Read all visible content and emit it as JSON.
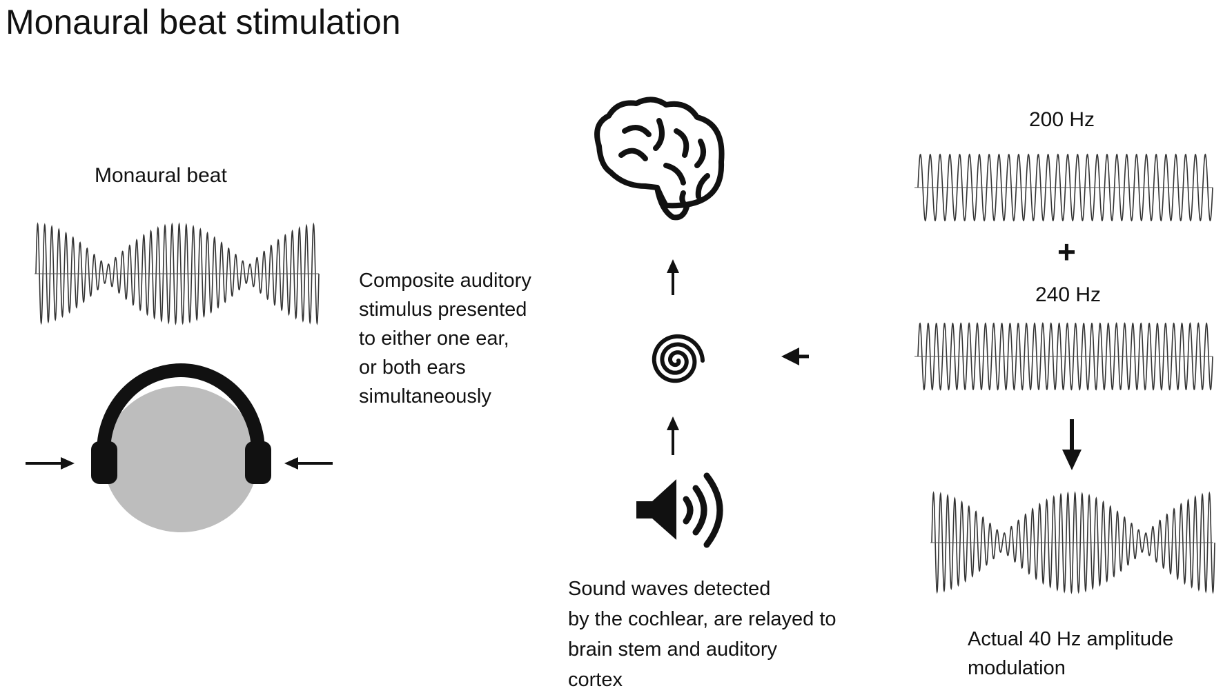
{
  "title": "Monaural beat stimulation",
  "left": {
    "wave_label": "Monaural beat",
    "description": [
      "Composite auditory",
      "stimulus presented",
      "to either one ear,",
      "or both ears",
      "simultaneously"
    ]
  },
  "middle": {
    "description": [
      "Sound waves detected",
      "by the cochlear, are relayed to",
      "brain stem and auditory",
      "cortex"
    ]
  },
  "right": {
    "tone_a_label": "200 Hz",
    "plus_sign": "+",
    "tone_b_label": "240 Hz",
    "result_description": [
      "Actual 40 Hz amplitude",
      "modulation"
    ]
  },
  "colors": {
    "ink": "#111111",
    "head_fill": "#bdbdbd",
    "wave_stroke": "#333333"
  },
  "icons": [
    "brain-icon",
    "cochlea-spiral-icon",
    "speaker-icon",
    "headphones-icon",
    "head-icon",
    "arrow-icon"
  ]
}
